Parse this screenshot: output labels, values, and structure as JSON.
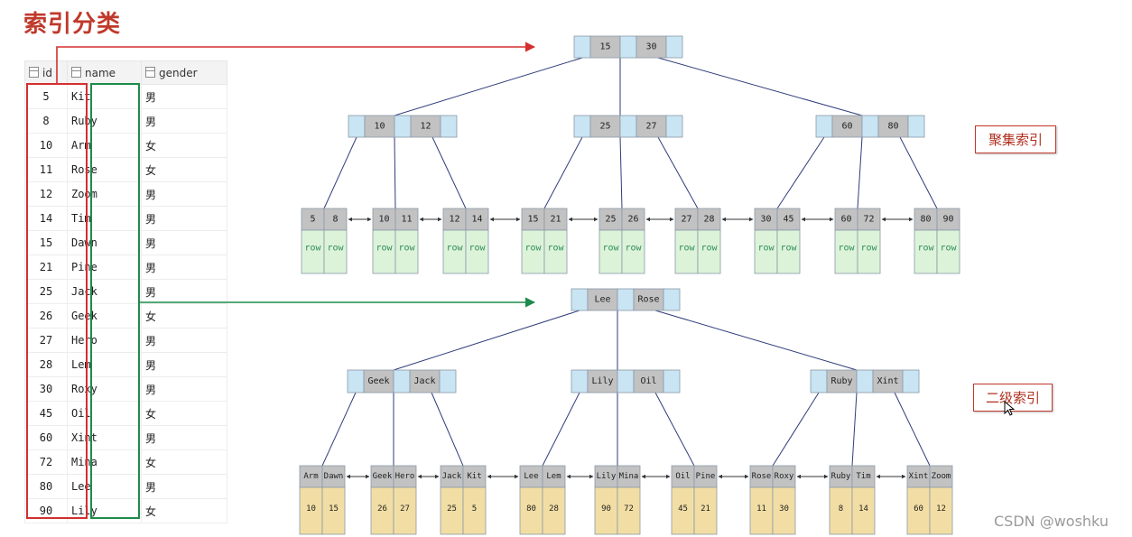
{
  "title": "索引分类",
  "table": {
    "headers": [
      "id",
      "name",
      "gender"
    ],
    "rows": [
      [
        "5",
        "Kit",
        "男"
      ],
      [
        "8",
        "Ruby",
        "男"
      ],
      [
        "10",
        "Arm",
        "女"
      ],
      [
        "11",
        "Rose",
        "女"
      ],
      [
        "12",
        "Zoom",
        "男"
      ],
      [
        "14",
        "Tim",
        "男"
      ],
      [
        "15",
        "Dawn",
        "男"
      ],
      [
        "21",
        "Pine",
        "男"
      ],
      [
        "25",
        "Jack",
        "男"
      ],
      [
        "26",
        "Geek",
        "女"
      ],
      [
        "27",
        "Hero",
        "男"
      ],
      [
        "28",
        "Lem",
        "男"
      ],
      [
        "30",
        "Roxy",
        "男"
      ],
      [
        "45",
        "Oil",
        "女"
      ],
      [
        "60",
        "Xint",
        "男"
      ],
      [
        "72",
        "Mina",
        "女"
      ],
      [
        "80",
        "Lee",
        "男"
      ],
      [
        "90",
        "Lily",
        "女"
      ]
    ]
  },
  "clustered_index": {
    "label": "聚集索引",
    "root": [
      "15",
      "30"
    ],
    "internal": [
      [
        "10",
        "12"
      ],
      [
        "25",
        "27"
      ],
      [
        "60",
        "80"
      ]
    ],
    "leaves": [
      [
        "5",
        "8"
      ],
      [
        "10",
        "11"
      ],
      [
        "12",
        "14"
      ],
      [
        "15",
        "21"
      ],
      [
        "25",
        "26"
      ],
      [
        "27",
        "28"
      ],
      [
        "30",
        "45"
      ],
      [
        "60",
        "72"
      ],
      [
        "80",
        "90"
      ]
    ],
    "leaf_value": "row"
  },
  "secondary_index": {
    "label": "二级索引",
    "root": [
      "Lee",
      "Rose"
    ],
    "internal": [
      [
        "Geek",
        "Jack"
      ],
      [
        "Lily",
        "Oil"
      ],
      [
        "Ruby",
        "Xint"
      ]
    ],
    "leaves": [
      {
        "keys": [
          "Arm",
          "Dawn"
        ],
        "ids": [
          "10",
          "15"
        ]
      },
      {
        "keys": [
          "Geek",
          "Hero"
        ],
        "ids": [
          "26",
          "27"
        ]
      },
      {
        "keys": [
          "Jack",
          "Kit"
        ],
        "ids": [
          "25",
          "5"
        ]
      },
      {
        "keys": [
          "Lee",
          "Lem"
        ],
        "ids": [
          "80",
          "28"
        ]
      },
      {
        "keys": [
          "Lily",
          "Mina"
        ],
        "ids": [
          "90",
          "72"
        ]
      },
      {
        "keys": [
          "Oil",
          "Pine"
        ],
        "ids": [
          "45",
          "21"
        ]
      },
      {
        "keys": [
          "Rose",
          "Roxy"
        ],
        "ids": [
          "11",
          "30"
        ]
      },
      {
        "keys": [
          "Ruby",
          "Tim"
        ],
        "ids": [
          "8",
          "14"
        ]
      },
      {
        "keys": [
          "Xint",
          "Zoom"
        ],
        "ids": [
          "60",
          "12"
        ]
      }
    ]
  },
  "colors": {
    "title": "#c0392b",
    "pointer_cell": "#c9e4f2",
    "key_cell": "#c2c2c2",
    "row_cell": "#dcf3d9",
    "id_cell": "#f2dea4",
    "red_arrow": "#d32f2f",
    "green_arrow": "#1e8b4a",
    "edge": "#2f3d7a"
  },
  "watermark": "CSDN @woshku"
}
